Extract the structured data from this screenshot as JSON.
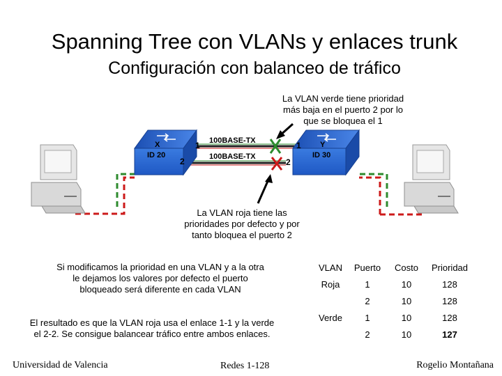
{
  "title": "Spanning Tree con VLANs y enlaces trunk",
  "subtitle": "Configuración con balanceo de tráfico",
  "note_green": [
    "La VLAN verde tiene prioridad",
    "más baja en el puerto 2 por lo",
    "que se bloquea el 1"
  ],
  "note_red": [
    "La VLAN roja tiene las",
    "prioridades por defecto y por",
    "tanto bloquea el puerto 2"
  ],
  "switch_x": {
    "name": "X",
    "id": "ID 20"
  },
  "switch_y": {
    "name": "Y",
    "id": "ID 30"
  },
  "ports": {
    "x_p1": "1",
    "x_p2": "2",
    "y_p1": "1",
    "y_p2": "2"
  },
  "links": {
    "link1": "100BASE-TX",
    "link2": "100BASE-TX"
  },
  "para1": [
    "Si modificamos la prioridad en una VLAN y a la otra",
    "le dejamos los valores por defecto el puerto",
    "bloqueado será diferente en cada VLAN"
  ],
  "para2": [
    "El resultado es que la VLAN roja usa el enlace 1-1 y la verde",
    "el 2-2. Se consigue balancear tráfico entre ambos enlaces."
  ],
  "table": {
    "headers": [
      "VLAN",
      "Puerto",
      "Costo",
      "Prioridad"
    ],
    "rows": [
      [
        "Roja",
        "1",
        "10",
        "128"
      ],
      [
        "",
        "2",
        "10",
        "128"
      ],
      [
        "Verde",
        "1",
        "10",
        "128"
      ],
      [
        "",
        "2",
        "10",
        "127"
      ]
    ]
  },
  "footer": {
    "left": "Universidad de Valencia",
    "center": "Redes 1-128",
    "right": "Rogelio Montañana"
  },
  "colors": {
    "green": "#2e8b2e",
    "red": "#cc1a1a",
    "switch": "#2e6fd9"
  }
}
